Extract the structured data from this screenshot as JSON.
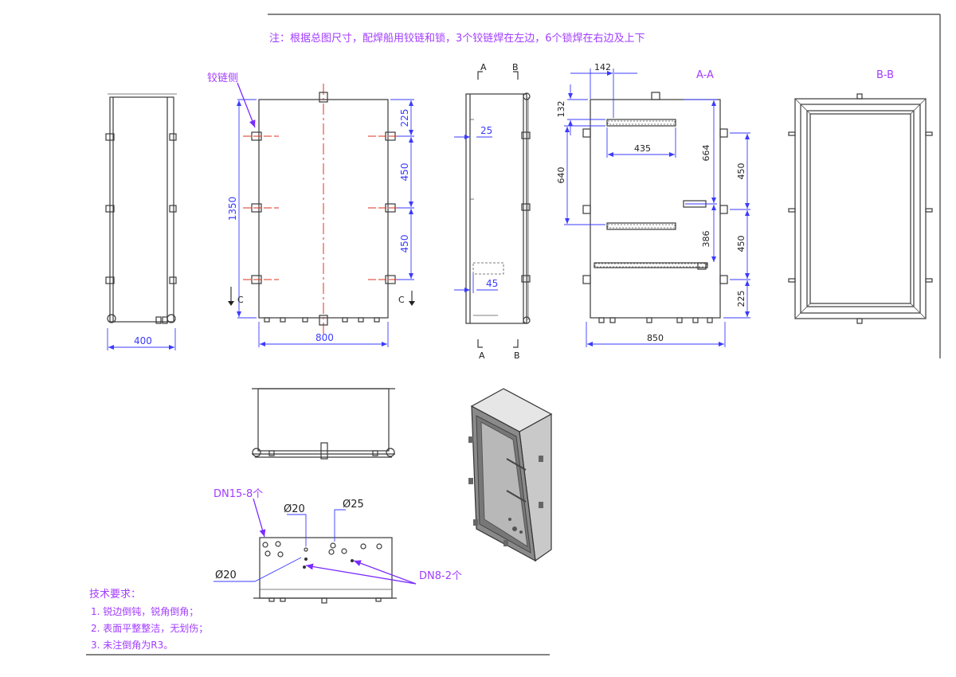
{
  "notes": {
    "top": "注：根据总图尺寸，配焊船用铰链和锁，3个铰链焊在左边，6个锁焊在右边及上下",
    "hinge_side": "铰链侧"
  },
  "section_labels": {
    "a": "A",
    "b": "B",
    "c": "C",
    "aa": "A-A",
    "bb": "B-B"
  },
  "dimensions": {
    "side_width": "400",
    "front_width": "800",
    "front_height": "1350",
    "right_225": "225",
    "right_450_top": "450",
    "right_450_bottom": "450",
    "sec_25": "25",
    "sec_45": "45",
    "aa_142": "142",
    "aa_132": "132",
    "aa_435": "435",
    "aa_640": "640",
    "aa_664": "664",
    "aa_386": "386",
    "aa_450_top": "450",
    "aa_450_bottom": "450",
    "aa_225": "225",
    "aa_850": "850"
  },
  "bottom_view": {
    "dn15": "DN15-8个",
    "phi20_top": "Ø20",
    "phi25": "Ø25",
    "phi20_left": "Ø20",
    "dn8": "DN8-2个"
  },
  "tech_requirements": {
    "title": "技术要求：",
    "items": [
      "1. 锐边倒钝，锐角倒角；",
      "2. 表面平整整洁，无划伤；",
      "3. 未注倒角为R3。"
    ]
  },
  "colors": {
    "dimension": "#3b3bff",
    "note": "#a23cff",
    "centerline": "#e0301e",
    "line": "#3a3a3a"
  }
}
